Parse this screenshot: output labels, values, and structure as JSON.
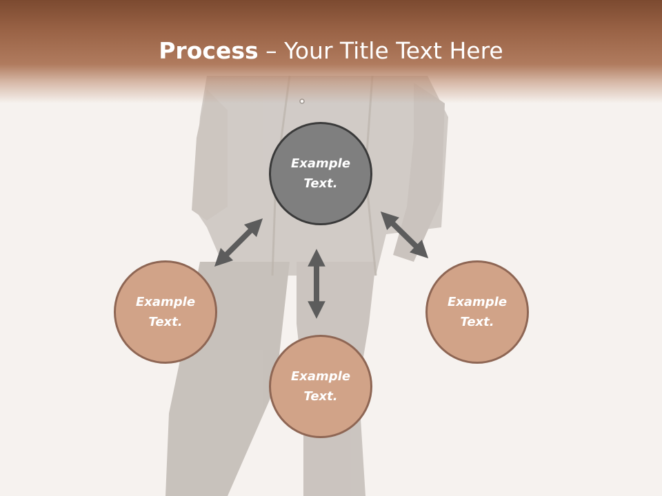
{
  "title": {
    "bold": "Process",
    "rest": " – Your Title Text Here"
  },
  "diagram": {
    "center": {
      "label": "Example\nText."
    },
    "left": {
      "label": "Example\nText."
    },
    "bottom": {
      "label": "Example\nText."
    },
    "right": {
      "label": "Example\nText."
    }
  },
  "colors": {
    "title_bar": "#9a6346",
    "center_fill": "#7f7f7f",
    "center_border": "#3a3a3a",
    "node_fill": "#d1a388",
    "node_border": "#8e6654",
    "arrow": "#5c5c5c"
  }
}
